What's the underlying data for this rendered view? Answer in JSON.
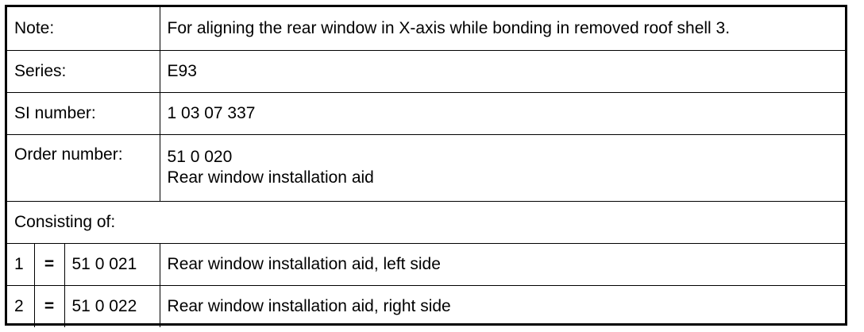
{
  "note": {
    "label": "Note:",
    "value": "For aligning the rear window in X-axis while bonding in removed roof shell 3."
  },
  "series": {
    "label": "Series:",
    "value": "E93"
  },
  "si_number": {
    "label": "SI number:",
    "value": "1 03 07 337"
  },
  "order_number": {
    "label": "Order number:",
    "value": "51 0 020",
    "description": "Rear window installation aid"
  },
  "consisting_of": {
    "label": "Consisting of:",
    "items": [
      {
        "index": "1",
        "symbol": "=",
        "part_number": "51 0 021",
        "description": "Rear window installation aid, left side"
      },
      {
        "index": "2",
        "symbol": "=",
        "part_number": "51 0 022",
        "description": "Rear window installation aid, right side"
      }
    ]
  }
}
